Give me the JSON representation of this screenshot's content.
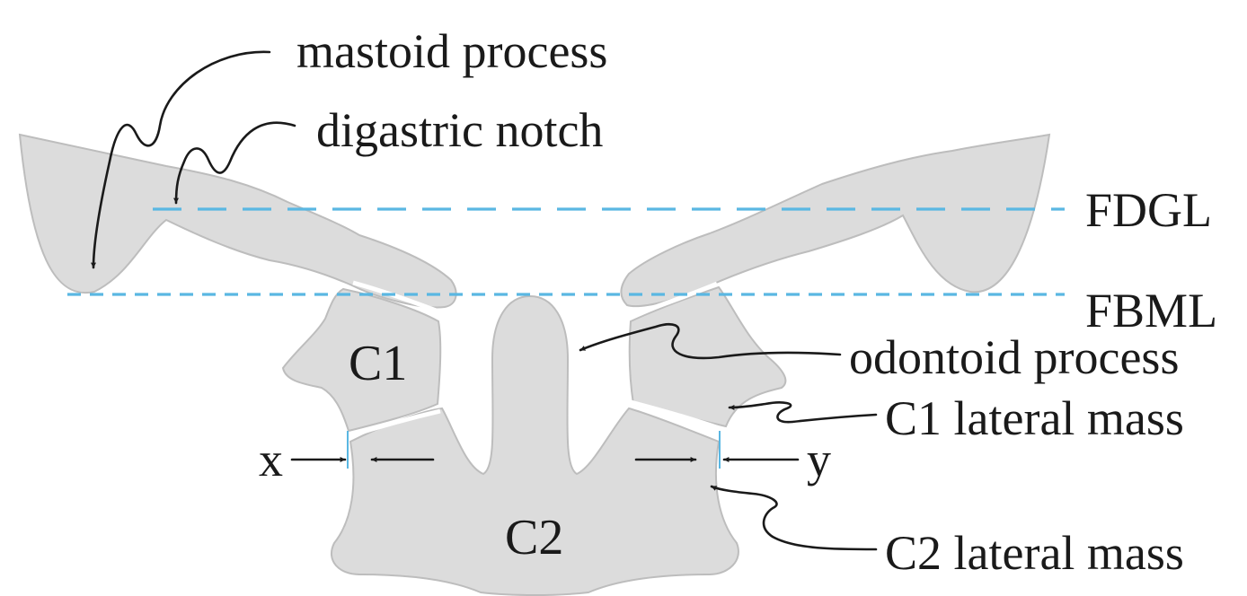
{
  "labels": {
    "mastoid_process": "mastoid process",
    "digastric_notch": "digastric notch",
    "fdgl": "FDGL",
    "fbml": "FBML",
    "odontoid_process": "odontoid process",
    "c1_lateral_mass": "C1 lateral mass",
    "c2_lateral_mass": "C2 lateral mass",
    "c1": "C1",
    "c2": "C2",
    "x": "x",
    "y": "y"
  },
  "colors": {
    "bone_fill": "#dcdcdc",
    "bone_edge": "#bdbdbd",
    "reference_line": "#5ab7e2",
    "ink": "#1a1a1a"
  }
}
